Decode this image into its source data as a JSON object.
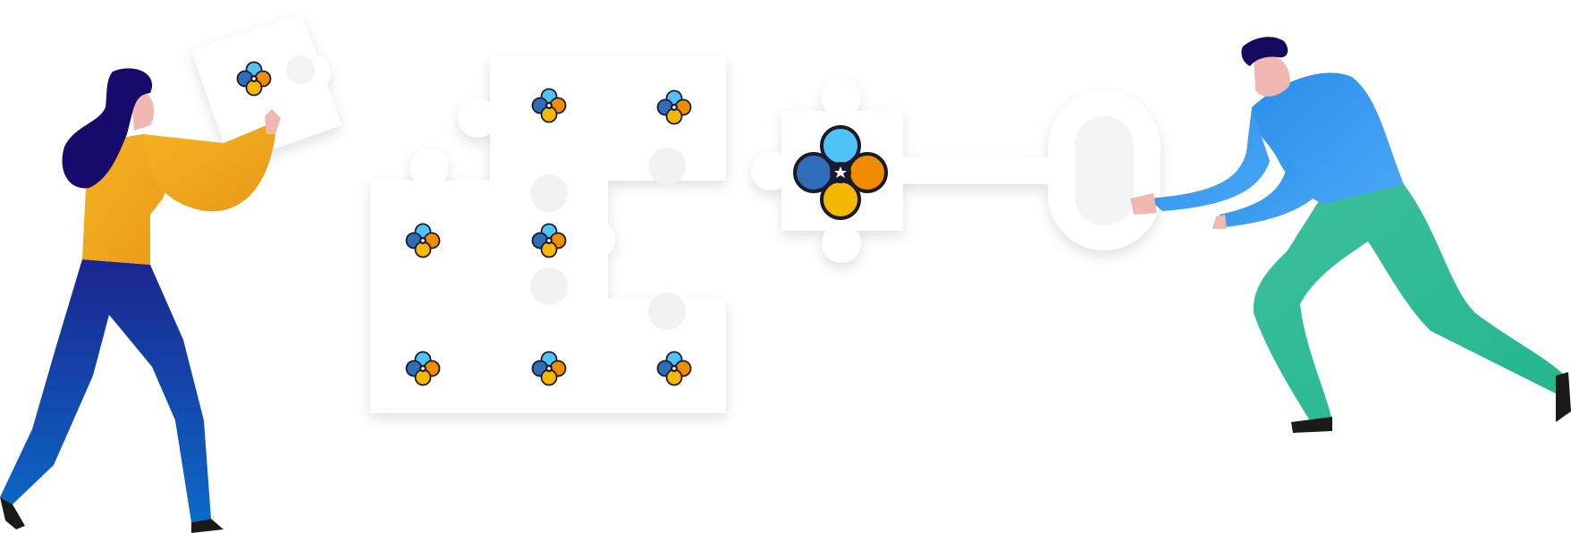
{
  "colors": {
    "background": "#ffffff",
    "piece": "#ffffff",
    "piece_shadow": "#d8d8d8",
    "logo_blue_light": "#4fc3f7",
    "logo_teal": "#3a8f8a",
    "logo_blue": "#2f6db8",
    "logo_orange": "#f08c00",
    "logo_yellow": "#f5b800",
    "logo_outline": "#1a1a2e",
    "woman_hair": "#160a6b",
    "woman_shirt": "#f2a91f",
    "woman_pants": "#1a3aa8",
    "man_hair": "#150a5e",
    "man_shirt": "#3d9ff0",
    "man_pants": "#2bb89a",
    "skin": "#f0b8b0",
    "shoe": "#1a1a1a"
  },
  "icons": {
    "logo": "four-circle-star-logo",
    "key": "puzzle-key-icon"
  },
  "figures": [
    "woman-holding-puzzle-piece",
    "man-pushing-key"
  ]
}
